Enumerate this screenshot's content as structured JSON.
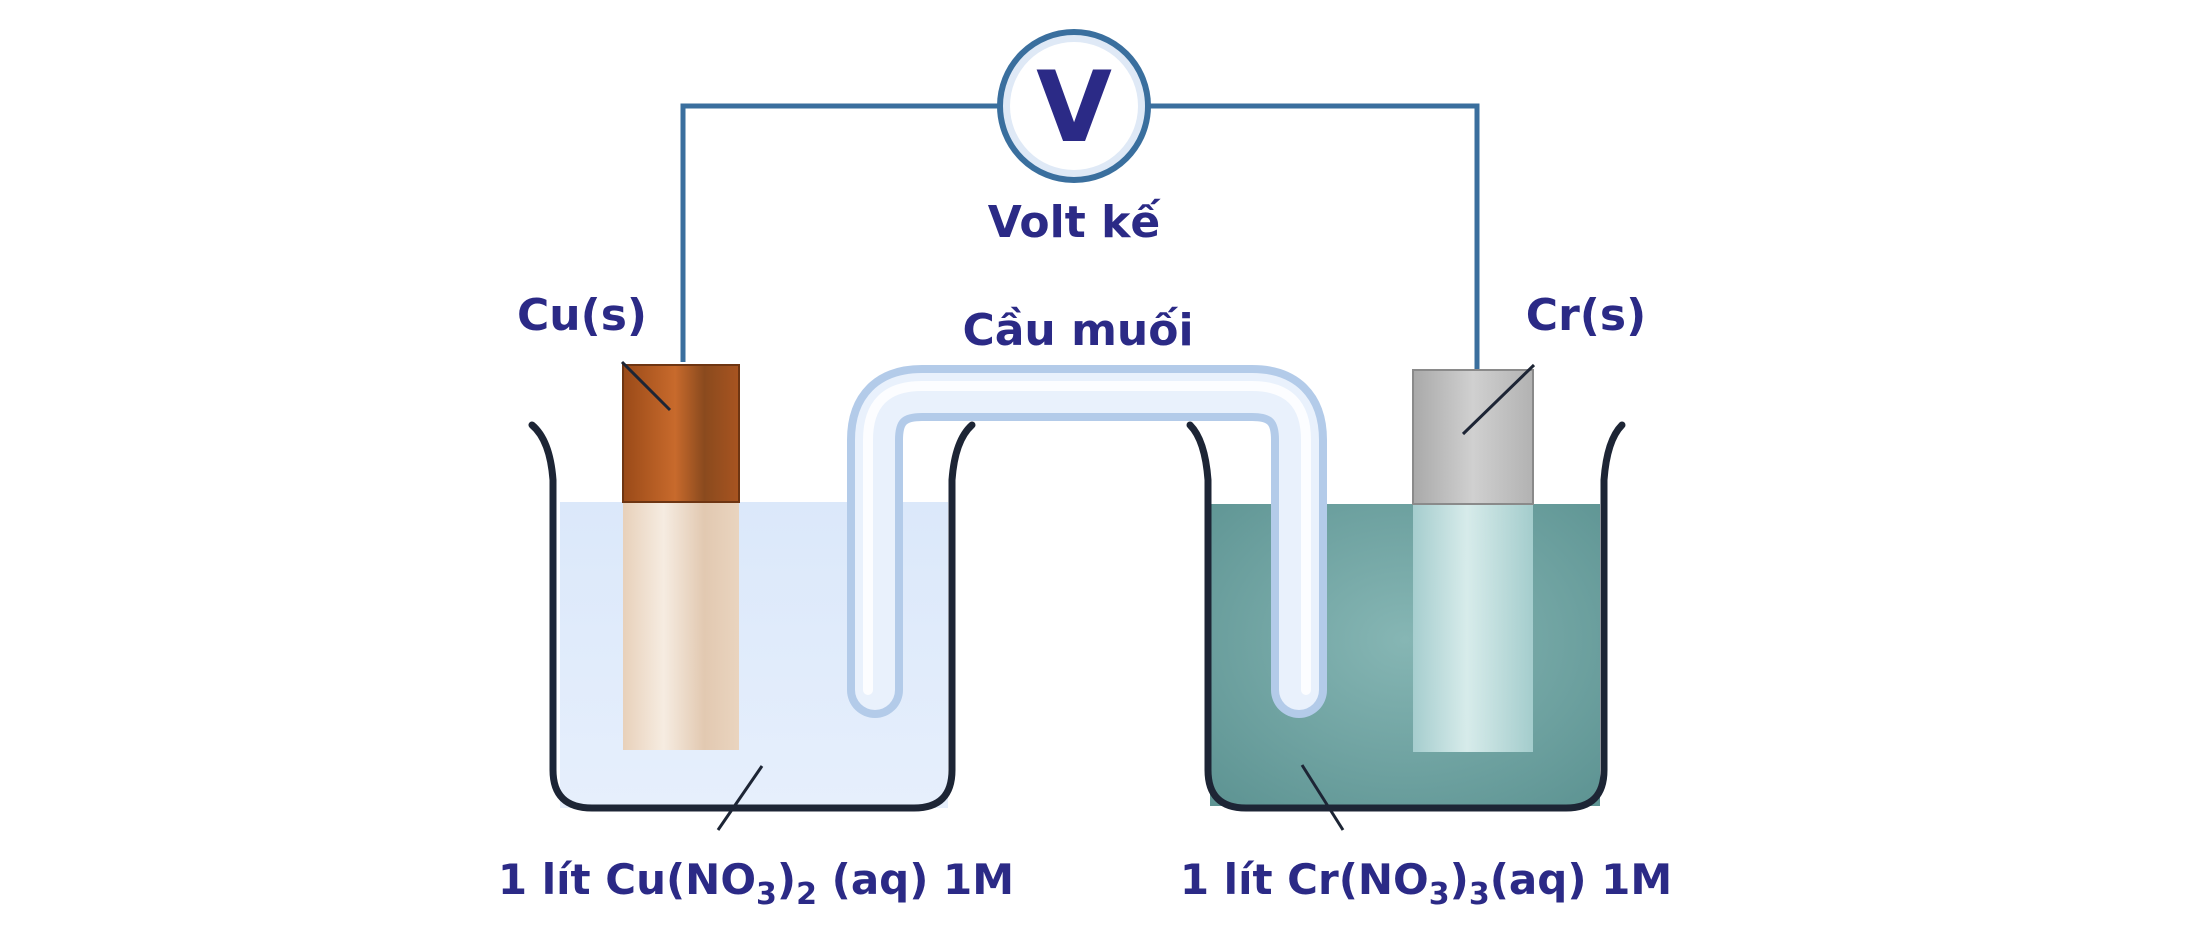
{
  "voltmeter": {
    "symbol": "V",
    "label": "Volt kế"
  },
  "salt_bridge": {
    "label": "Cầu muối"
  },
  "left_electrode": {
    "label": "Cu(s)"
  },
  "right_electrode": {
    "label": "Cr(s)"
  },
  "left_solution": {
    "prefix": "1 lít Cu(NO",
    "sub1": "3",
    "mid": ")",
    "sub2": "2",
    "suffix": " (aq) 1M"
  },
  "right_solution": {
    "prefix": "1 lít Cr(NO",
    "sub1": "3",
    "mid": ")",
    "sub2": "3",
    "suffix": "(aq) 1M"
  },
  "colors": {
    "label_text": "#2b2a86",
    "wire": "#3a6f9e",
    "copper": "#b45a22",
    "chromium": "#b8b8b8",
    "left_solution": "#dde9fb",
    "right_solution": "#6fa3a2",
    "beaker_outline": "#1d2535",
    "salt_bridge": "#e3eefb"
  }
}
